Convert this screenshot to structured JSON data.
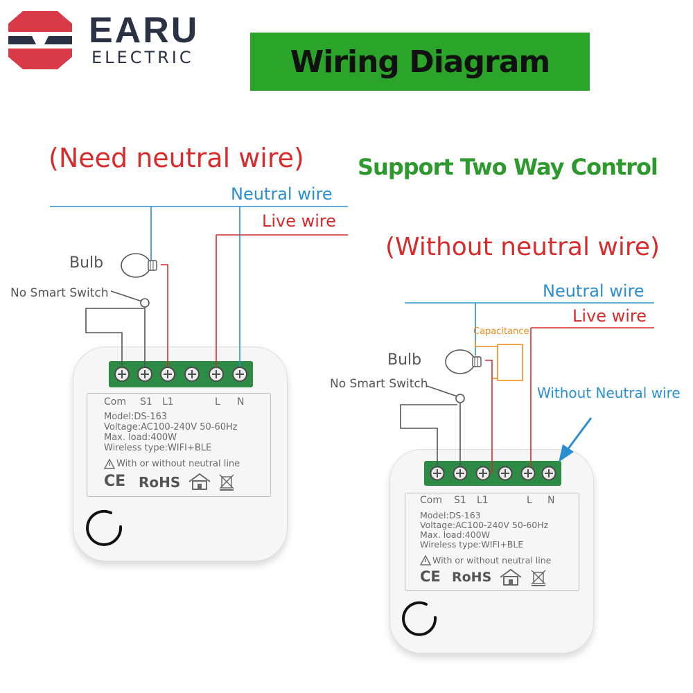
{
  "brand": {
    "name": "EARU",
    "subtitle": "ELECTRIC"
  },
  "banner": {
    "title": "Wiring Diagram"
  },
  "support_title": "Support Two Way Control",
  "left_diagram": {
    "heading": "(Need neutral wire)",
    "neutral_label": "Neutral wire",
    "live_label": "Live wire",
    "bulb_label": "Bulb",
    "switch_label": "No Smart Switch"
  },
  "right_diagram": {
    "heading": "(Without neutral wire)",
    "neutral_label": "Neutral wire",
    "live_label": "Live wire",
    "capacitance_label": "Capacitance",
    "bulb_label": "Bulb",
    "switch_label": "No Smart Switch",
    "callout": "Without Neutral wire"
  },
  "device": {
    "terminals": {
      "com": "Com",
      "s1": "S1",
      "l1": "L1",
      "l": "L",
      "n": "N"
    },
    "model": "Model:DS-163",
    "voltage": "Voltage:AC100-240V  50-60Hz",
    "max_load": "Max. load:400W",
    "wireless": "Wireless type:WIFI+BLE",
    "neutral_note": "With or without neutral line",
    "ce": "CE",
    "rohs": "RoHS"
  },
  "colors": {
    "neutral": "#2a8fd0",
    "live": "#d92b2b",
    "brand_red": "#d93a48",
    "brand_dark": "#2b3245",
    "banner_green": "#2aa52a",
    "terminal_green": "#2e8b45",
    "capacitor": "#ef8a17"
  },
  "icons": [
    "earu-logo",
    "bulb-icon",
    "switch-icon",
    "capacitor-icon",
    "terminal-screw-icon",
    "warning-icon",
    "house-icon",
    "weee-bin-icon",
    "callout-arrow-icon"
  ]
}
